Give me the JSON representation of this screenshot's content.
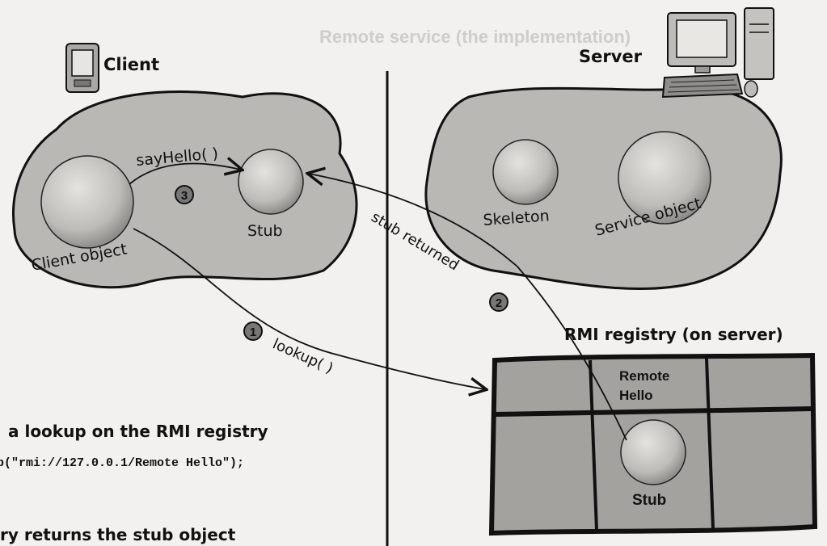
{
  "header": {
    "client_label": "Client",
    "server_label": "Server",
    "ghost_heading": "Remote service (the implementation)"
  },
  "client_side": {
    "client_object": "Client object",
    "stub": "Stub",
    "call": "sayHello( )",
    "call_step": "3"
  },
  "server_side": {
    "skeleton": "Skeleton",
    "service_object": "Service object"
  },
  "registry": {
    "title": "RMI registry (on server)",
    "entry_label_line1": "Remote",
    "entry_label_line2": "Hello",
    "stub": "Stub"
  },
  "arrows": {
    "lookup": "lookup( )",
    "lookup_step": "1",
    "stub_returned": "stub returned",
    "stub_returned_step": "2"
  },
  "caption": {
    "line1": "a lookup on the RMI registry",
    "code": "p(\"rmi://127.0.0.1/Remote Hello\");",
    "line3": "ry returns the stub object"
  },
  "colors": {
    "blob": "#b9b8b5",
    "sphere": "#c9c8c4",
    "ink": "#111111",
    "background": "#f2f1ef"
  }
}
